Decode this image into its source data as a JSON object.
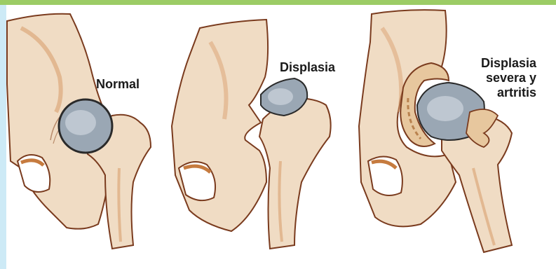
{
  "labels": {
    "normal": "Normal",
    "dysplasia": "Displasia",
    "severe": [
      "Displasia",
      "severa y",
      "artritis"
    ]
  },
  "colors": {
    "bone": "#f0dcc4",
    "bone_edge": "#7a3b1e",
    "marrow_shadow": "#d9a070",
    "femoral_head": "#9aa7b4",
    "accent_bar": "#9ccc65",
    "side_bar": "#cdeaf6"
  }
}
